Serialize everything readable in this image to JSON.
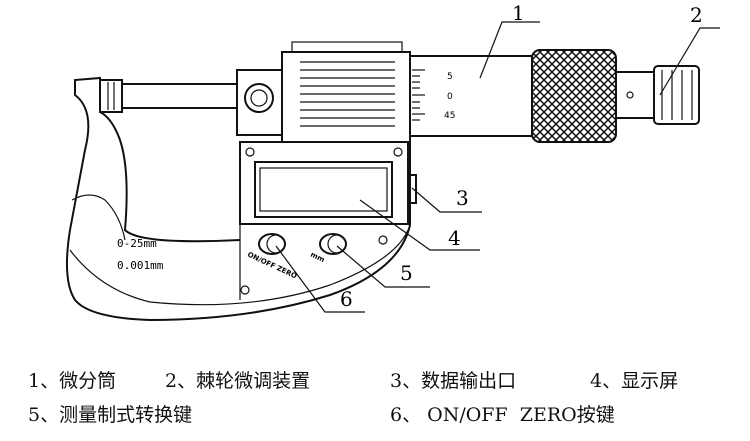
{
  "diagram": {
    "callout_numbers": [
      "1",
      "2",
      "3",
      "4",
      "5",
      "6"
    ],
    "body_text": {
      "range": "0-25mm",
      "resolution": "0.001mm"
    },
    "button_labels": {
      "on_off_zero": "ON/OFF ZERO",
      "unit": "mm"
    },
    "scale_labels": [
      "5",
      "0",
      "45"
    ]
  },
  "legend": {
    "row1": [
      "1、微分筒",
      "2、棘轮微调装置",
      "3、数据输出口",
      "4、显示屏"
    ],
    "row2": [
      "5、测量制式转换键",
      "6、 ON/OFF  ZERO按键"
    ]
  }
}
